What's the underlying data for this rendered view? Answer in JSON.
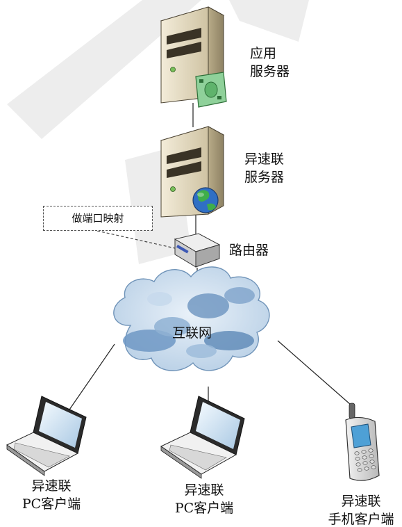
{
  "nodes": {
    "app_server": {
      "lines": [
        "应用",
        "服务器"
      ]
    },
    "yisulian_server": {
      "lines": [
        "异速联",
        "服务器"
      ]
    },
    "router": {
      "label": "路由器"
    },
    "internet": {
      "label": "互联网"
    },
    "pc_client_left": {
      "lines": [
        "异速联",
        "PC客户端"
      ]
    },
    "pc_client_mid": {
      "lines": [
        "异速联",
        "PC客户端"
      ]
    },
    "mobile_client": {
      "lines": [
        "异速联",
        "手机客户端"
      ]
    }
  },
  "callout": {
    "text": "做端口映射"
  },
  "colors": {
    "watermark": "#ececec",
    "cloud_light": "#dbe8f4",
    "cloud_mid": "#a9c4df",
    "cloud_dark": "#5d88b6",
    "server_body": "#e6dcc2",
    "server_dark": "#3a3326",
    "line": "#222222"
  }
}
